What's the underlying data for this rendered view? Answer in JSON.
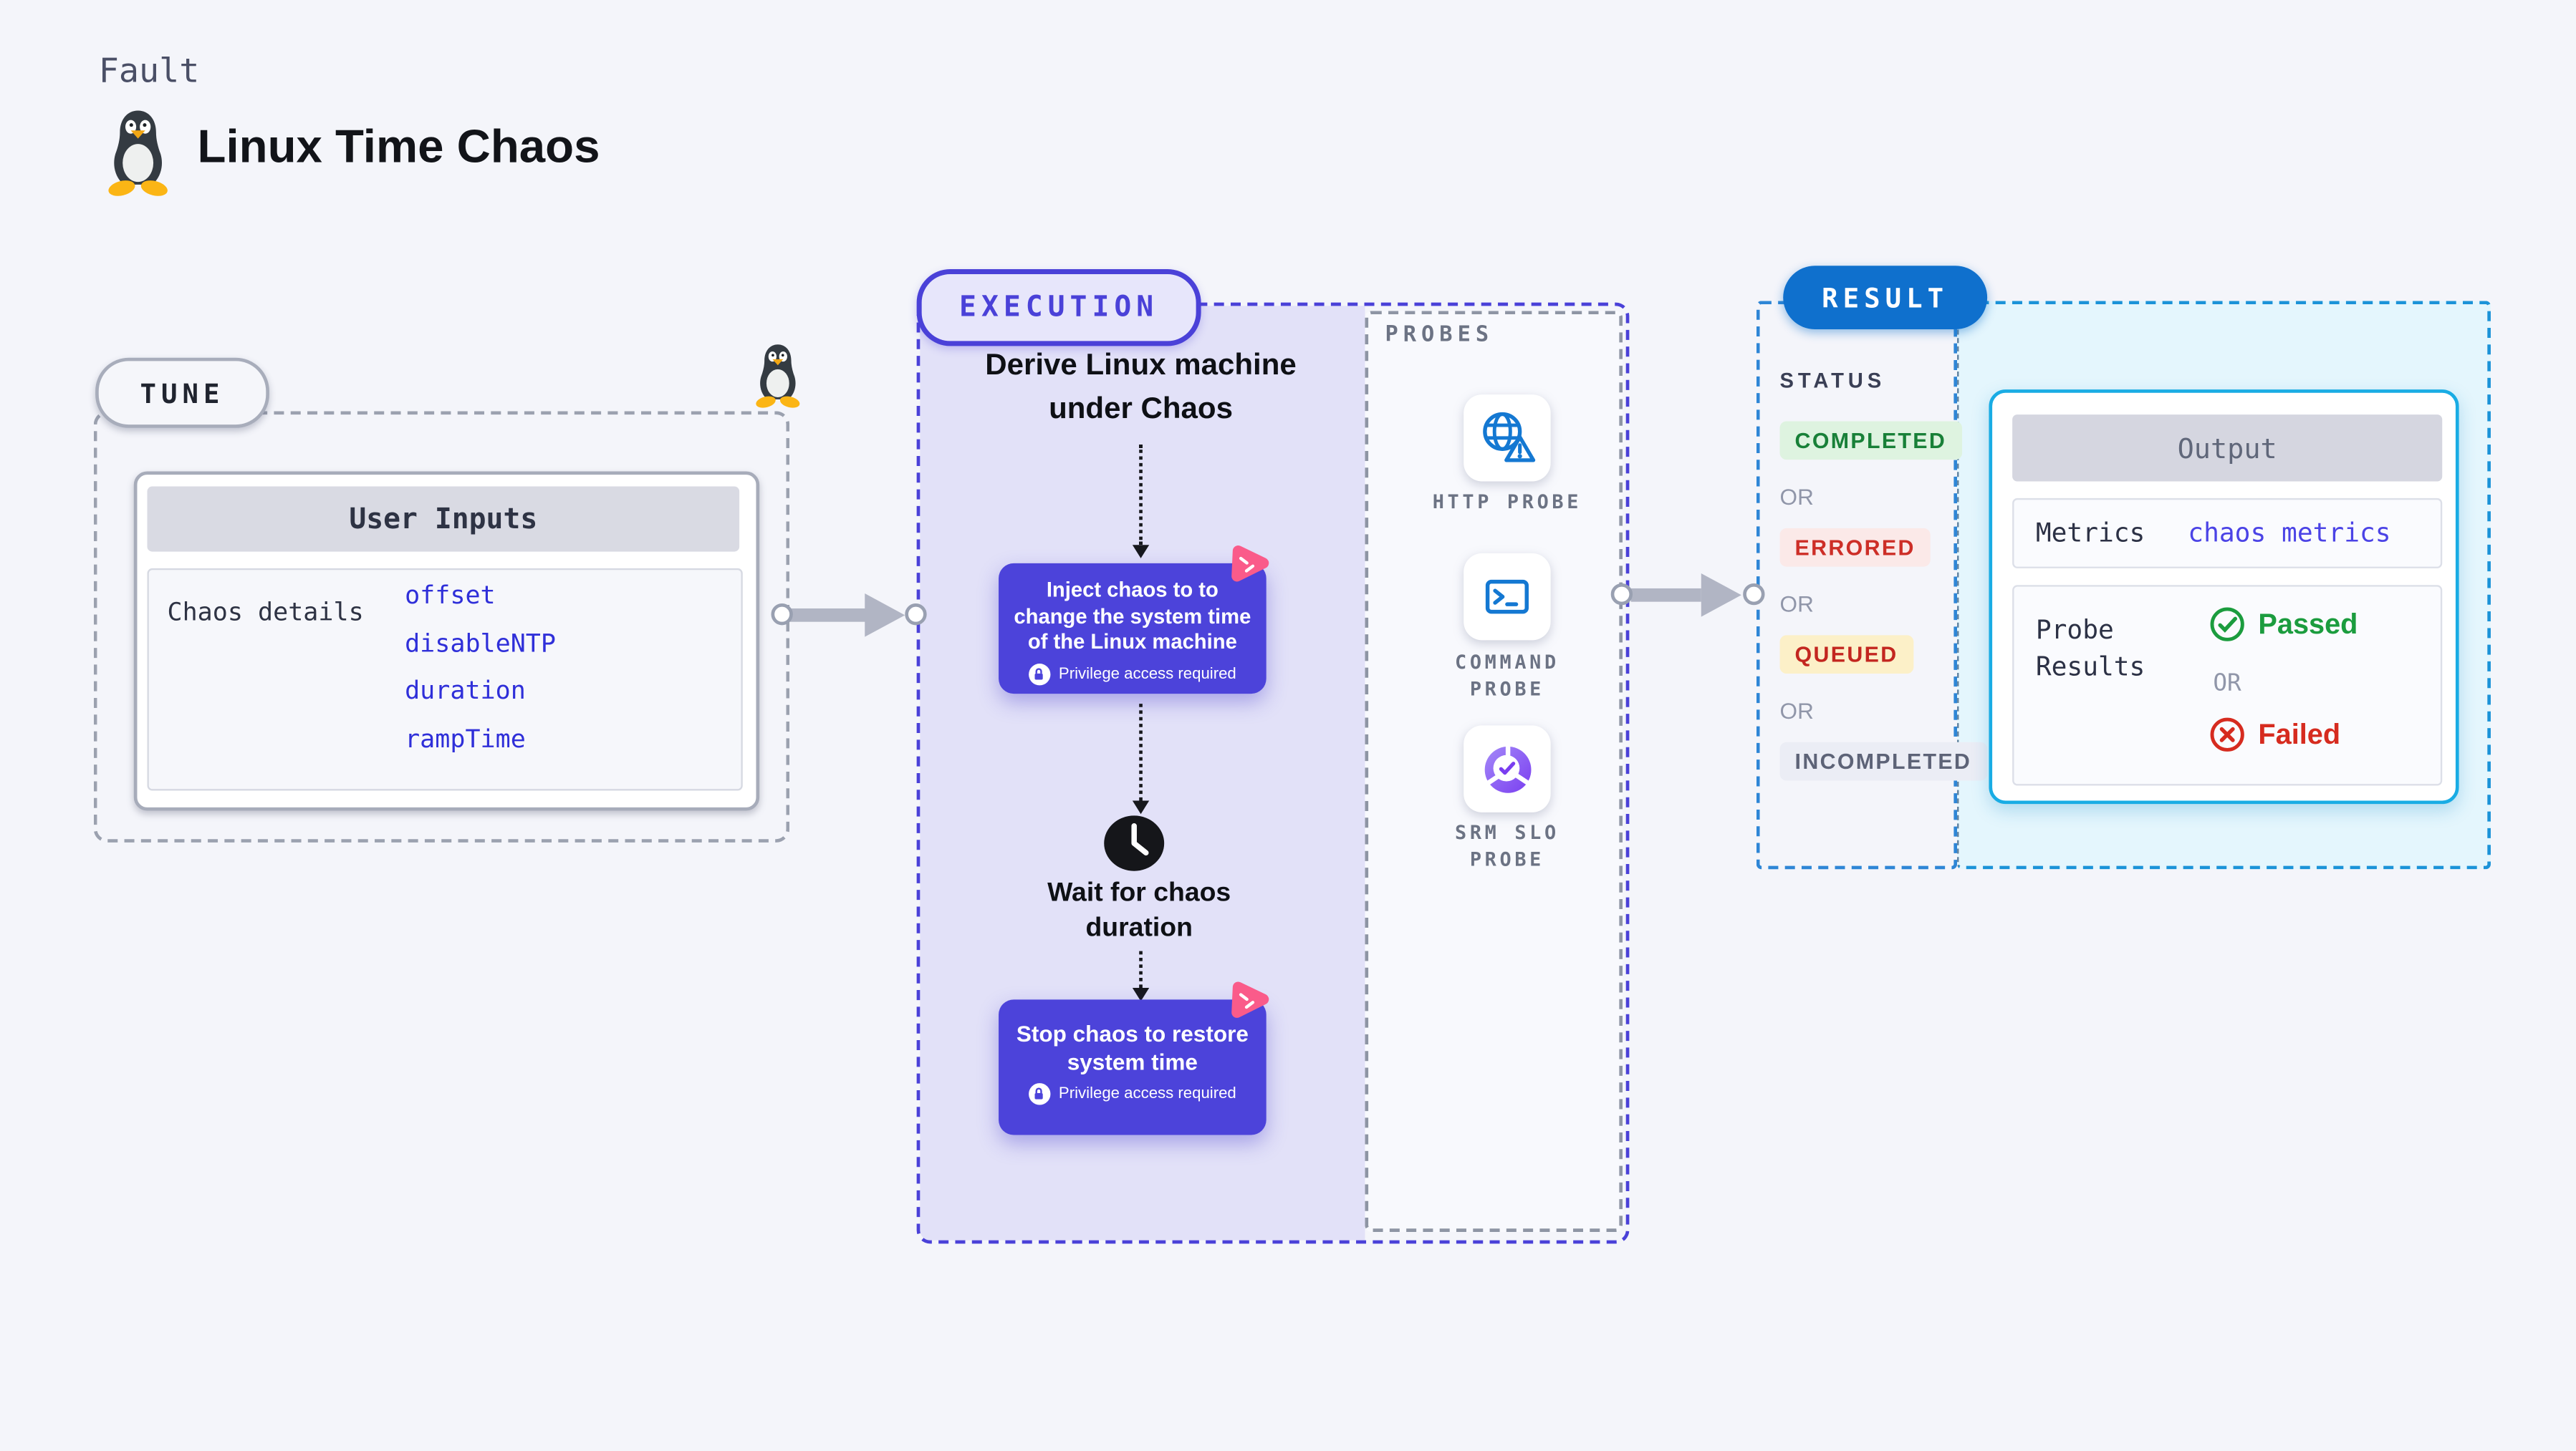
{
  "header": {
    "category": "Fault",
    "title": "Linux Time Chaos",
    "icon": "tux-penguin"
  },
  "tune": {
    "label": "TUNE",
    "corner_icon": "tux-penguin",
    "user_inputs": {
      "title": "User Inputs",
      "row_label": "Chaos details",
      "inputs": [
        "offset",
        "disableNTP",
        "duration",
        "rampTime"
      ]
    }
  },
  "execution": {
    "label": "EXECUTION",
    "steps": {
      "derive": "Derive Linux machine under Chaos",
      "inject": "Inject chaos to to change the system time of the Linux machine",
      "wait": "Wait for chaos duration",
      "stop": "Stop chaos to restore system time"
    },
    "privilege_note": "Privilege access required",
    "icons": [
      "chaos-pink-triangle",
      "clock",
      "lock"
    ]
  },
  "probes": {
    "label": "PROBES",
    "items": [
      {
        "name": "HTTP PROBE",
        "icon": "globe-alert-icon"
      },
      {
        "name": "COMMAND PROBE",
        "icon": "terminal-icon"
      },
      {
        "name": "SRM SLO PROBE",
        "icon": "slo-donut-icon"
      }
    ]
  },
  "result": {
    "label": "RESULT",
    "status_heading": "STATUS",
    "or_label": "OR",
    "statuses": [
      {
        "text": "COMPLETED",
        "text_color": "#188038",
        "bg_color": "#def3e0"
      },
      {
        "text": "ERRORED",
        "text_color": "#cd2e27",
        "bg_color": "#fbe9e8"
      },
      {
        "text": "QUEUED",
        "text_color": "#c3261f",
        "bg_color": "#fcf0c8"
      },
      {
        "text": "INCOMPLETED",
        "text_color": "#5d6377",
        "bg_color": "#ebedf5"
      }
    ],
    "output": {
      "title": "Output",
      "metrics_label": "Metrics",
      "metrics_value": "chaos metrics",
      "probe_results_label": "Probe Results",
      "passed_label": "Passed",
      "failed_label": "Failed"
    }
  },
  "colors": {
    "page_bg": "#f4f5fa",
    "indigo_accent": "#4a41d8",
    "execution_fill": "#e2e1f8",
    "step_box": "#4c43da",
    "pink_icon": "#fa5b8a",
    "link_blue": "#2f2fd9",
    "probe_icon_blue": "#1478d2",
    "slo_purple": "#7a3ef0",
    "result_blue": "#0f70cd",
    "output_zone_fill": "#e4f6fd",
    "output_border_cyan": "#19ace4",
    "passed_green": "#1b9c3e",
    "failed_red": "#d62b1f"
  }
}
